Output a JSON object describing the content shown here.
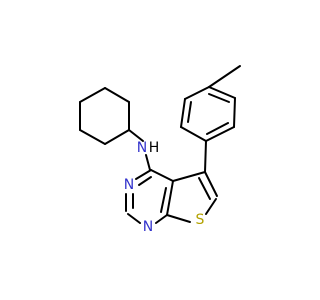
{
  "structure": {
    "atoms": [
      {
        "id": "N_amine",
        "label": "N"
      },
      {
        "id": "H_amine",
        "label": "H"
      },
      {
        "id": "N3",
        "label": "N"
      },
      {
        "id": "N1",
        "label": "N"
      },
      {
        "id": "S",
        "label": "S"
      }
    ],
    "colors": {
      "bond": "#000000",
      "N": "#3333cc",
      "S": "#b3a200",
      "H": "#000000"
    }
  }
}
